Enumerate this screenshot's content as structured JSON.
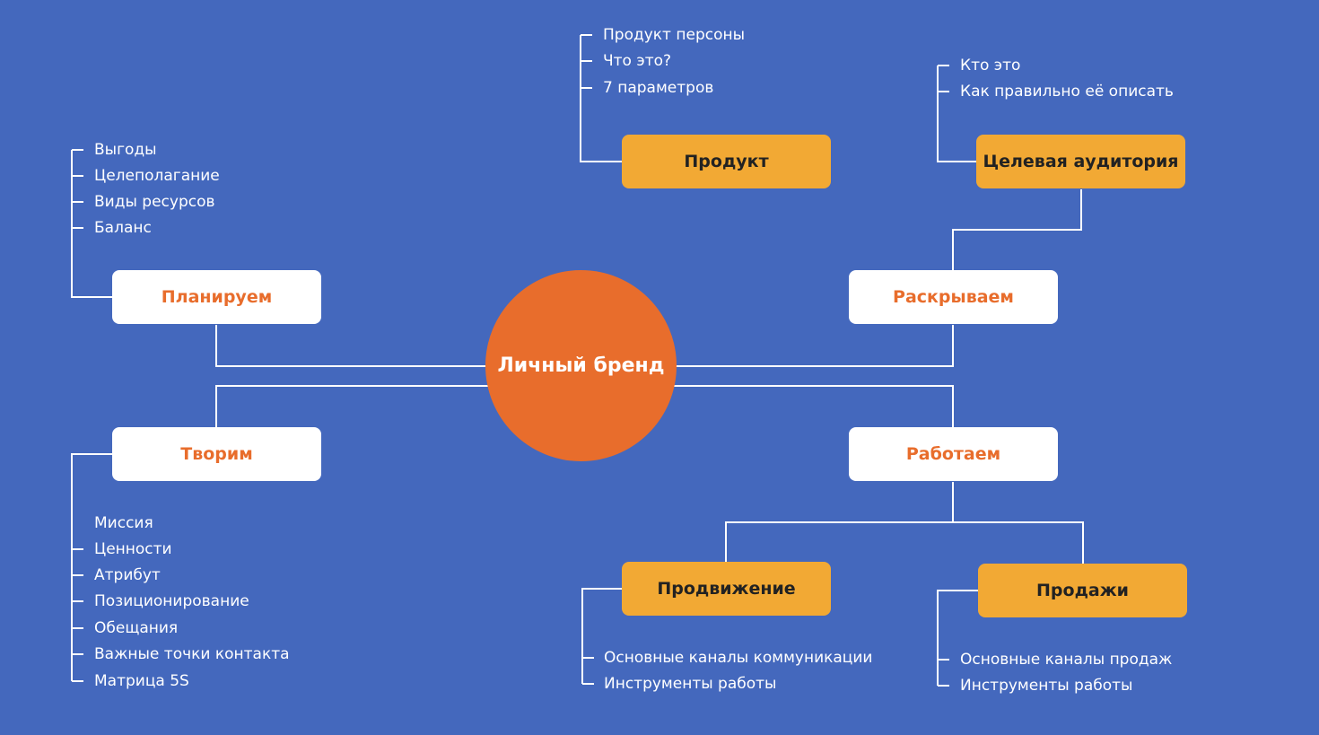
{
  "colors": {
    "background": "#4468BD",
    "center": "#E86D2C",
    "accent_text": "#E86D2C",
    "yellow_box": "#F2A934",
    "white_box": "#FFFFFF",
    "line": "#FFFFFF"
  },
  "center": {
    "label": "Личный бренд"
  },
  "nodes": {
    "plan": {
      "label": "Планируем"
    },
    "create": {
      "label": "Творим"
    },
    "reveal": {
      "label": "Раскрываем"
    },
    "work": {
      "label": "Работаем"
    },
    "product": {
      "label": "Продукт"
    },
    "audience": {
      "label": "Целевая аудитория"
    },
    "promotion": {
      "label": "Продвижение"
    },
    "sales": {
      "label": "Продажи"
    }
  },
  "lists": {
    "plan": [
      "Выгоды",
      "Целеполагание",
      "Виды ресурсов",
      "Баланс"
    ],
    "create": [
      "Миссия",
      "Ценности",
      "Атрибут",
      "Позиционирование",
      "Обещания",
      "Важные точки контакта",
      "Матрица 5S"
    ],
    "product": [
      "Продукт персоны",
      "Что это?",
      "7 параметров"
    ],
    "audience": [
      "Кто это",
      "Как правильно её описать"
    ],
    "promotion": [
      "Основные каналы коммуникации",
      "Инструменты работы"
    ],
    "sales": [
      "Основные каналы продаж",
      "Инструменты работы"
    ]
  }
}
